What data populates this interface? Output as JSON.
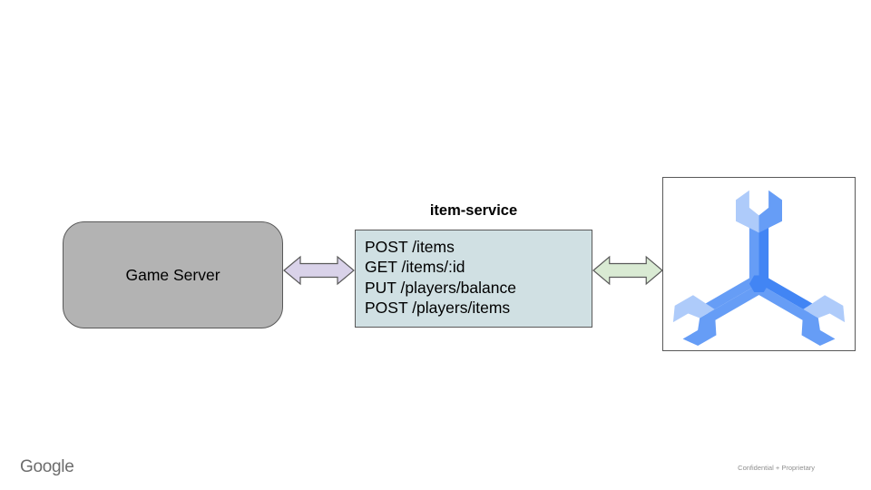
{
  "slide": {
    "background": "#ffffff",
    "brand": "Google",
    "confidential_note": "Confidential + Proprietary"
  },
  "diagram": {
    "game_server": {
      "label": "Game Server",
      "fill": "#b3b3b3",
      "border": "#595959"
    },
    "item_service": {
      "title": "item-service",
      "fill": "#d0e0e3",
      "border": "#595959",
      "endpoints": [
        "POST /items",
        "GET /items/:id",
        "PUT /players/balance",
        "POST /players/items"
      ]
    },
    "connector_left": {
      "fill": "#d9d2e9",
      "stroke": "#595959"
    },
    "connector_right": {
      "fill": "#d9ead3",
      "stroke": "#595959"
    },
    "spanner_icon": {
      "name": "cloud-spanner-icon",
      "light": "#aecbfa",
      "medium": "#669df6",
      "dark": "#4285f4"
    }
  }
}
